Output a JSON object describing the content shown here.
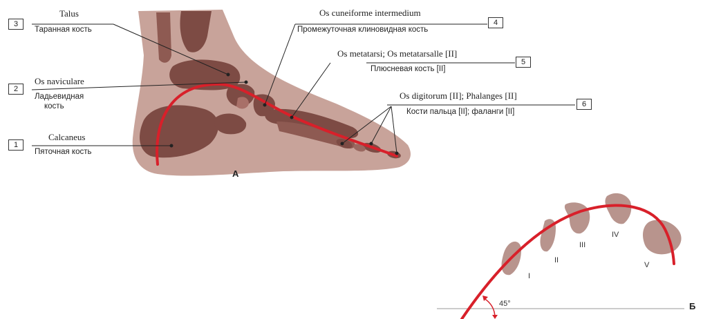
{
  "panels": {
    "a": "А",
    "b": "Б"
  },
  "labels": [
    {
      "id": "calcaneus",
      "number": "1",
      "latin": "Calcaneus",
      "russian": "Пяточная кость"
    },
    {
      "id": "navicular",
      "number": "2",
      "latin": "Os naviculare",
      "russian_line1": "Ладьевидная",
      "russian_line2": "кость"
    },
    {
      "id": "talus",
      "number": "3",
      "latin": "Talus",
      "russian": "Таранная кость"
    },
    {
      "id": "cuneiform",
      "number": "4",
      "latin": "Os cuneiforme intermedium",
      "russian": "Промежуточная клиновидная кость"
    },
    {
      "id": "metatarsal",
      "number": "5",
      "latin": "Os metatarsi; Os metatarsalle [II]",
      "russian": "Плюсневая кость [II]"
    },
    {
      "id": "phalanges",
      "number": "6",
      "latin": "Os digitorum [II]; Phalanges [II]",
      "russian": "Кости пальца [II]; фаланги [II]"
    }
  ],
  "arch_view": {
    "metatarsals": [
      "I",
      "II",
      "III",
      "IV",
      "V"
    ],
    "angle": "45°"
  },
  "colors": {
    "skin": "#c8a39a",
    "bone": "#7d4b44",
    "bone_light": "#b8948d",
    "line": "#d8202a"
  }
}
